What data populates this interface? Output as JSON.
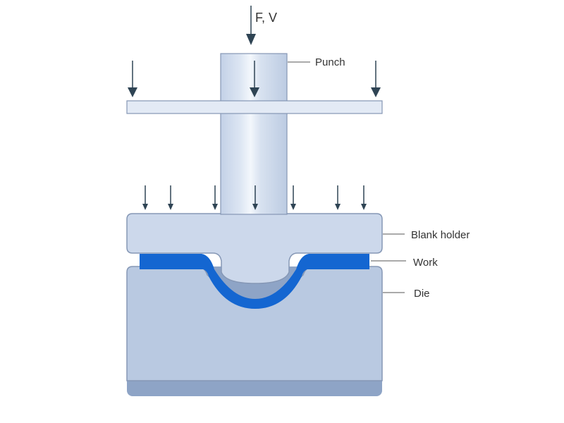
{
  "labels": {
    "force": "F, V",
    "punch": "Punch",
    "blank_holder": "Blank holder",
    "work": "Work",
    "die": "Die"
  },
  "colors": {
    "punch_fill": "#c9d6ea",
    "punch_highlight": "#eef3fa",
    "blank_holder_fill": "#ccd8eb",
    "work_fill": "#1466d1",
    "die_fill": "#b9c9e1",
    "die_base": "#8ea4c6",
    "outline": "#8597b5",
    "arrow": "#2f4454"
  }
}
